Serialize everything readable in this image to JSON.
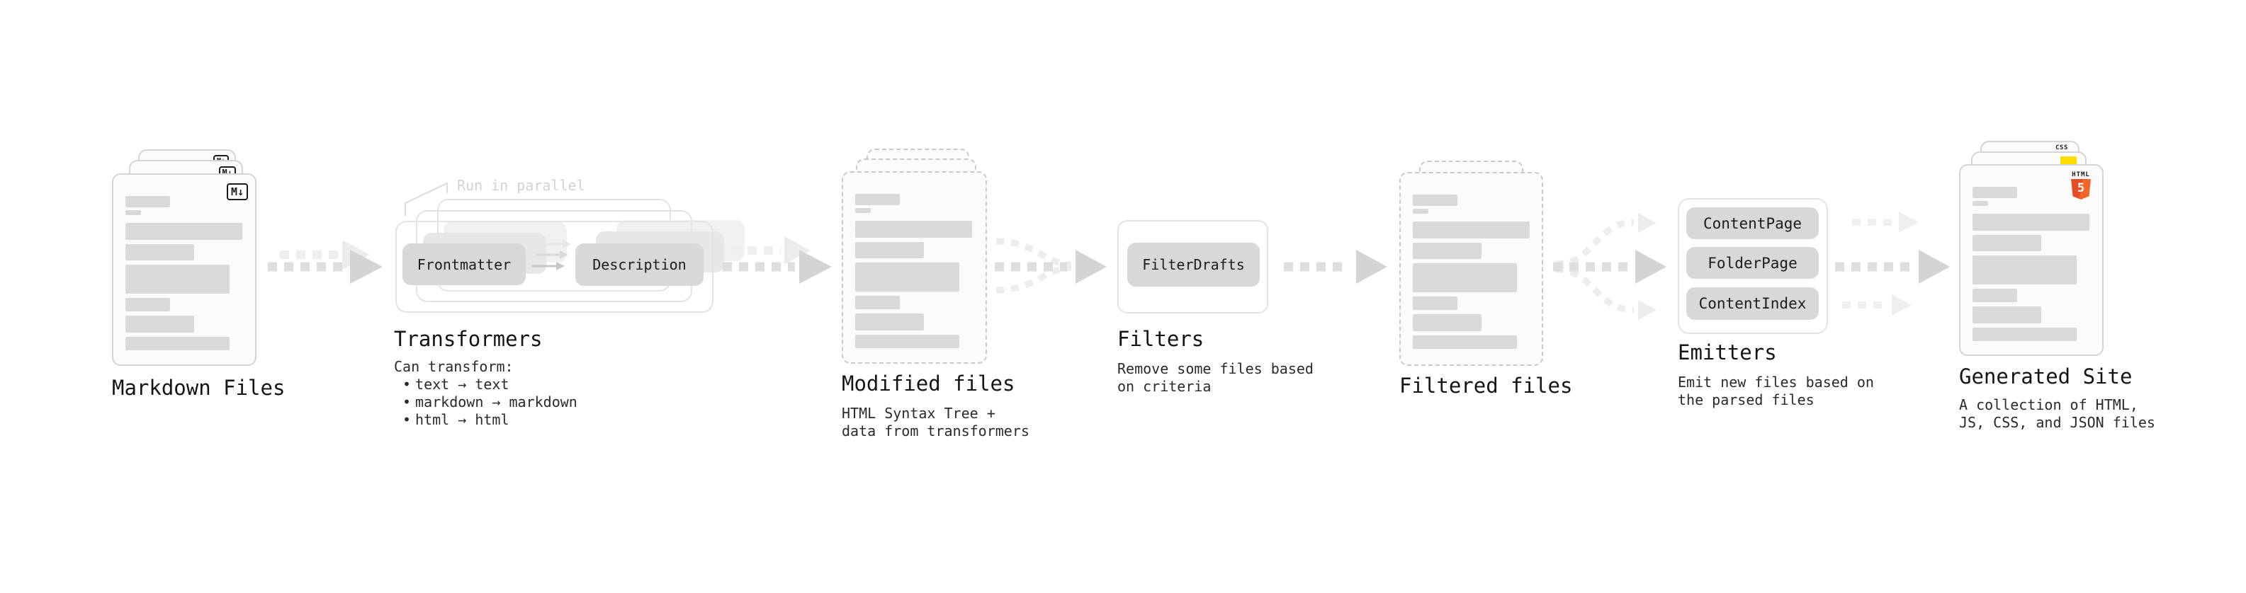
{
  "ui": {
    "bullet": "•"
  },
  "stages": {
    "markdown": {
      "label": "Markdown Files",
      "badge": "M↓"
    },
    "transformers": {
      "label": "Transformers",
      "note": "Run in parallel",
      "pill_left": "Frontmatter",
      "pill_right": "Description",
      "desc_title": "Can transform:",
      "bullets": [
        "text → text",
        "markdown → markdown",
        "html → html"
      ]
    },
    "modified": {
      "label": "Modified files",
      "desc": [
        "HTML Syntax Tree +",
        "data from transformers"
      ]
    },
    "filters": {
      "label": "Filters",
      "pill": "FilterDrafts",
      "desc": [
        "Remove some files based",
        "on criteria"
      ]
    },
    "filtered": {
      "label": "Filtered files"
    },
    "emitters": {
      "label": "Emitters",
      "pills": [
        "ContentPage",
        "FolderPage",
        "ContentIndex"
      ],
      "desc": [
        "Emit new files based on",
        "the parsed files"
      ]
    },
    "generated": {
      "label": "Generated Site",
      "desc": [
        "A collection of HTML,",
        "JS, CSS, and JSON files"
      ],
      "badges": {
        "css_label": "CSS",
        "html_label": "HTML",
        "html_number": "5"
      }
    }
  },
  "colors": {
    "html5_orange": "#e44d26",
    "js_yellow": "#ffdf00",
    "css_blue": "#2f6df6"
  }
}
